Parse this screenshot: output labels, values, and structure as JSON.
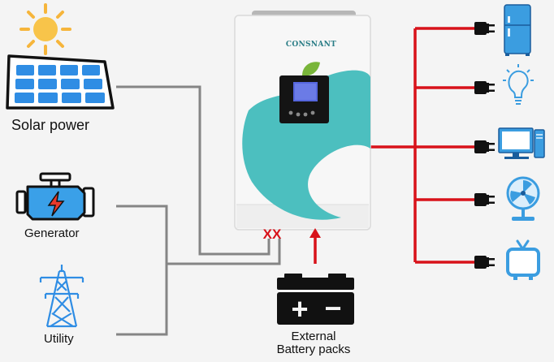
{
  "sources": {
    "solar_label": "Solar power",
    "generator_label": "Generator",
    "utility_label": "Utility"
  },
  "inverter": {
    "brand": "CONSNANT",
    "disconnect_mark": "XX"
  },
  "battery": {
    "label_line1": "External",
    "label_line2": "Battery packs",
    "plus_symbol": "+",
    "minus_symbol": "−"
  },
  "loads": [
    "refrigerator-icon",
    "light-bulb-icon",
    "computer-icon",
    "fan-icon",
    "tv-icon"
  ],
  "colors": {
    "ac_line": "#d8121a",
    "input_line": "#858585",
    "panel_blue": "#2f8de4",
    "engine_blue": "#3aa0e8",
    "teal_accent": "#4cbfbf",
    "leaf_green": "#79b53a",
    "appliance_blue": "#3b9de0"
  }
}
